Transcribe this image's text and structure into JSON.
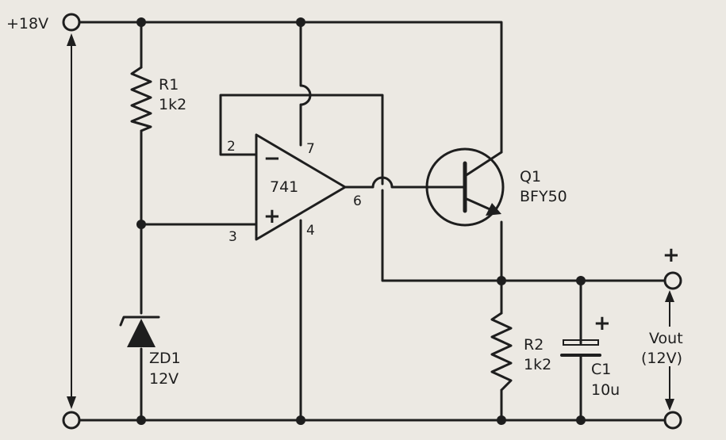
{
  "supply": {
    "label": "+18V"
  },
  "r1": {
    "ref": "R1",
    "value": "1k2"
  },
  "zd1": {
    "ref": "ZD1",
    "value": "12V"
  },
  "opamp": {
    "part": "741",
    "inv_sign": "−",
    "noninv_sign": "+",
    "pins": {
      "inv": "2",
      "noninv": "3",
      "vcc": "7",
      "vee": "4",
      "out": "6"
    }
  },
  "q1": {
    "ref": "Q1",
    "part": "BFY50"
  },
  "r2": {
    "ref": "R2",
    "value": "1k2"
  },
  "c1": {
    "ref": "C1",
    "value": "10u",
    "polarity": "+"
  },
  "output": {
    "plus": "+",
    "label": "Vout",
    "value": "(12V)"
  }
}
